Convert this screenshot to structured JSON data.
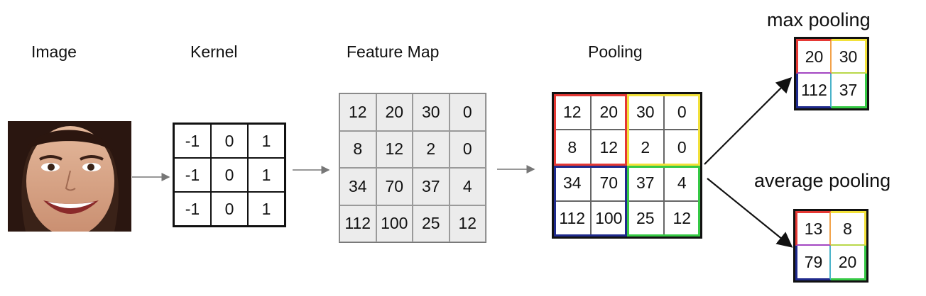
{
  "labels": {
    "image": "Image",
    "kernel": "Kernel",
    "feature_map": "Feature Map",
    "pooling": "Pooling",
    "max_pooling": "max pooling",
    "average_pooling": "average pooling"
  },
  "kernel": [
    [
      "-1",
      "0",
      "1"
    ],
    [
      "-1",
      "0",
      "1"
    ],
    [
      "-1",
      "0",
      "1"
    ]
  ],
  "feature_map": [
    [
      "12",
      "20",
      "30",
      "0"
    ],
    [
      "8",
      "12",
      "2",
      "0"
    ],
    [
      "34",
      "70",
      "37",
      "4"
    ],
    [
      "112",
      "100",
      "25",
      "12"
    ]
  ],
  "pooling": [
    [
      "12",
      "20",
      "30",
      "0"
    ],
    [
      "8",
      "12",
      "2",
      "0"
    ],
    [
      "34",
      "70",
      "37",
      "4"
    ],
    [
      "112",
      "100",
      "25",
      "12"
    ]
  ],
  "max_pooling": [
    [
      "20",
      "30"
    ],
    [
      "112",
      "37"
    ]
  ],
  "average_pooling": [
    [
      "13",
      "8"
    ],
    [
      "79",
      "20"
    ]
  ],
  "colors": {
    "top_left": "#e53935",
    "top_right": "#f2e13a",
    "bottom_left": "#1f2a8c",
    "bottom_right": "#35c944",
    "feature_bg": "#ececec",
    "small_tl_right": "#f2a24a",
    "small_tl_bottom": "#a346c2",
    "small_tr_bottom": "#b9d84a",
    "small_bl_right": "#4ab3c9"
  },
  "icons": {
    "image": "face-photo-icon",
    "arrow": "arrow-right-icon"
  }
}
